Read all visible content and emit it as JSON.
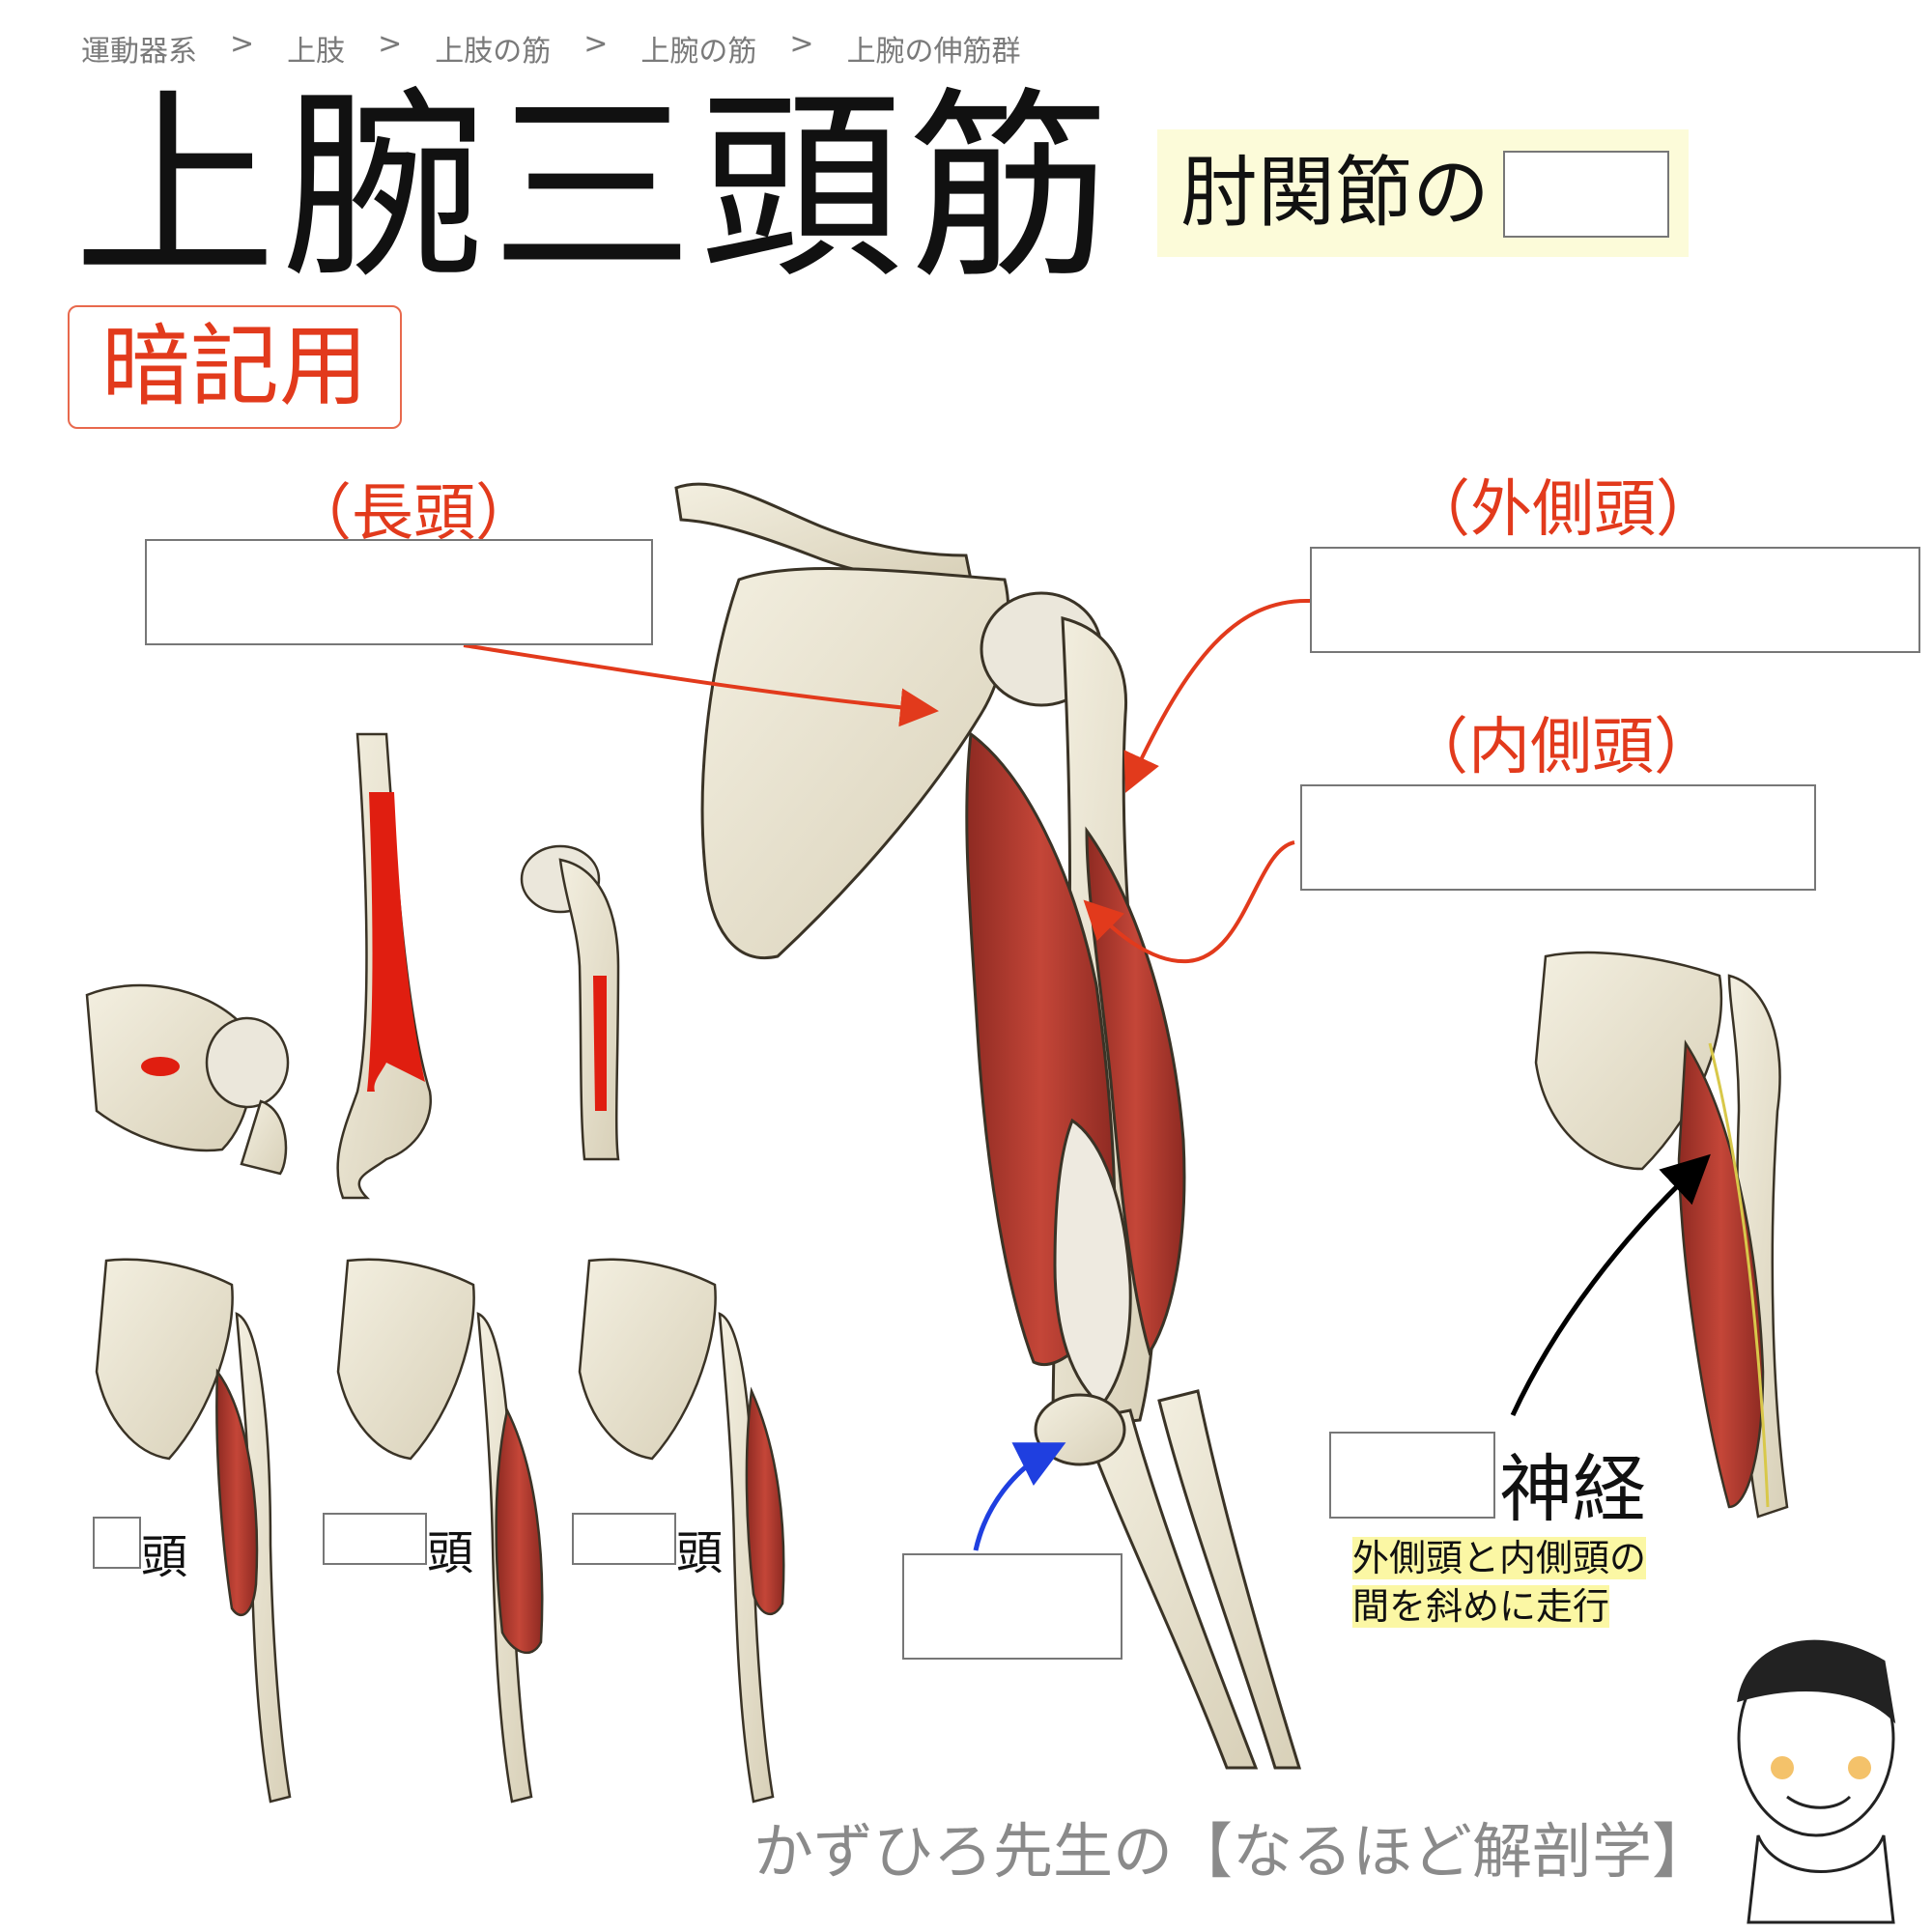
{
  "breadcrumb": [
    "運動器系",
    "上肢",
    "上肢の筋",
    "上腕の筋",
    "上腕の伸筋群"
  ],
  "breadcrumb_separator": ">",
  "title": "上腕三頭筋",
  "memo_badge": "暗記用",
  "function_prompt": "肘関節の",
  "heads": {
    "long": "（長頭）",
    "lateral": "（外側頭）",
    "medial": "（内側頭）"
  },
  "small_head_suffix": "頭",
  "nerve": {
    "label": "神経",
    "note_line1": "外側頭と内側頭の",
    "note_line2": "間を斜めに走行"
  },
  "credit": "かずひろ先生の【なるほど解剖学】",
  "colors": {
    "accent_red": "#e23a1c",
    "badge_border": "#e8694d",
    "highlight_yellow": "#fcfbd9",
    "note_highlight": "#fbf7a4",
    "arrow_blue": "#1f3fe0",
    "arrow_black": "#000000",
    "muscle": "#b8362b",
    "bone": "#e8e2cf"
  }
}
